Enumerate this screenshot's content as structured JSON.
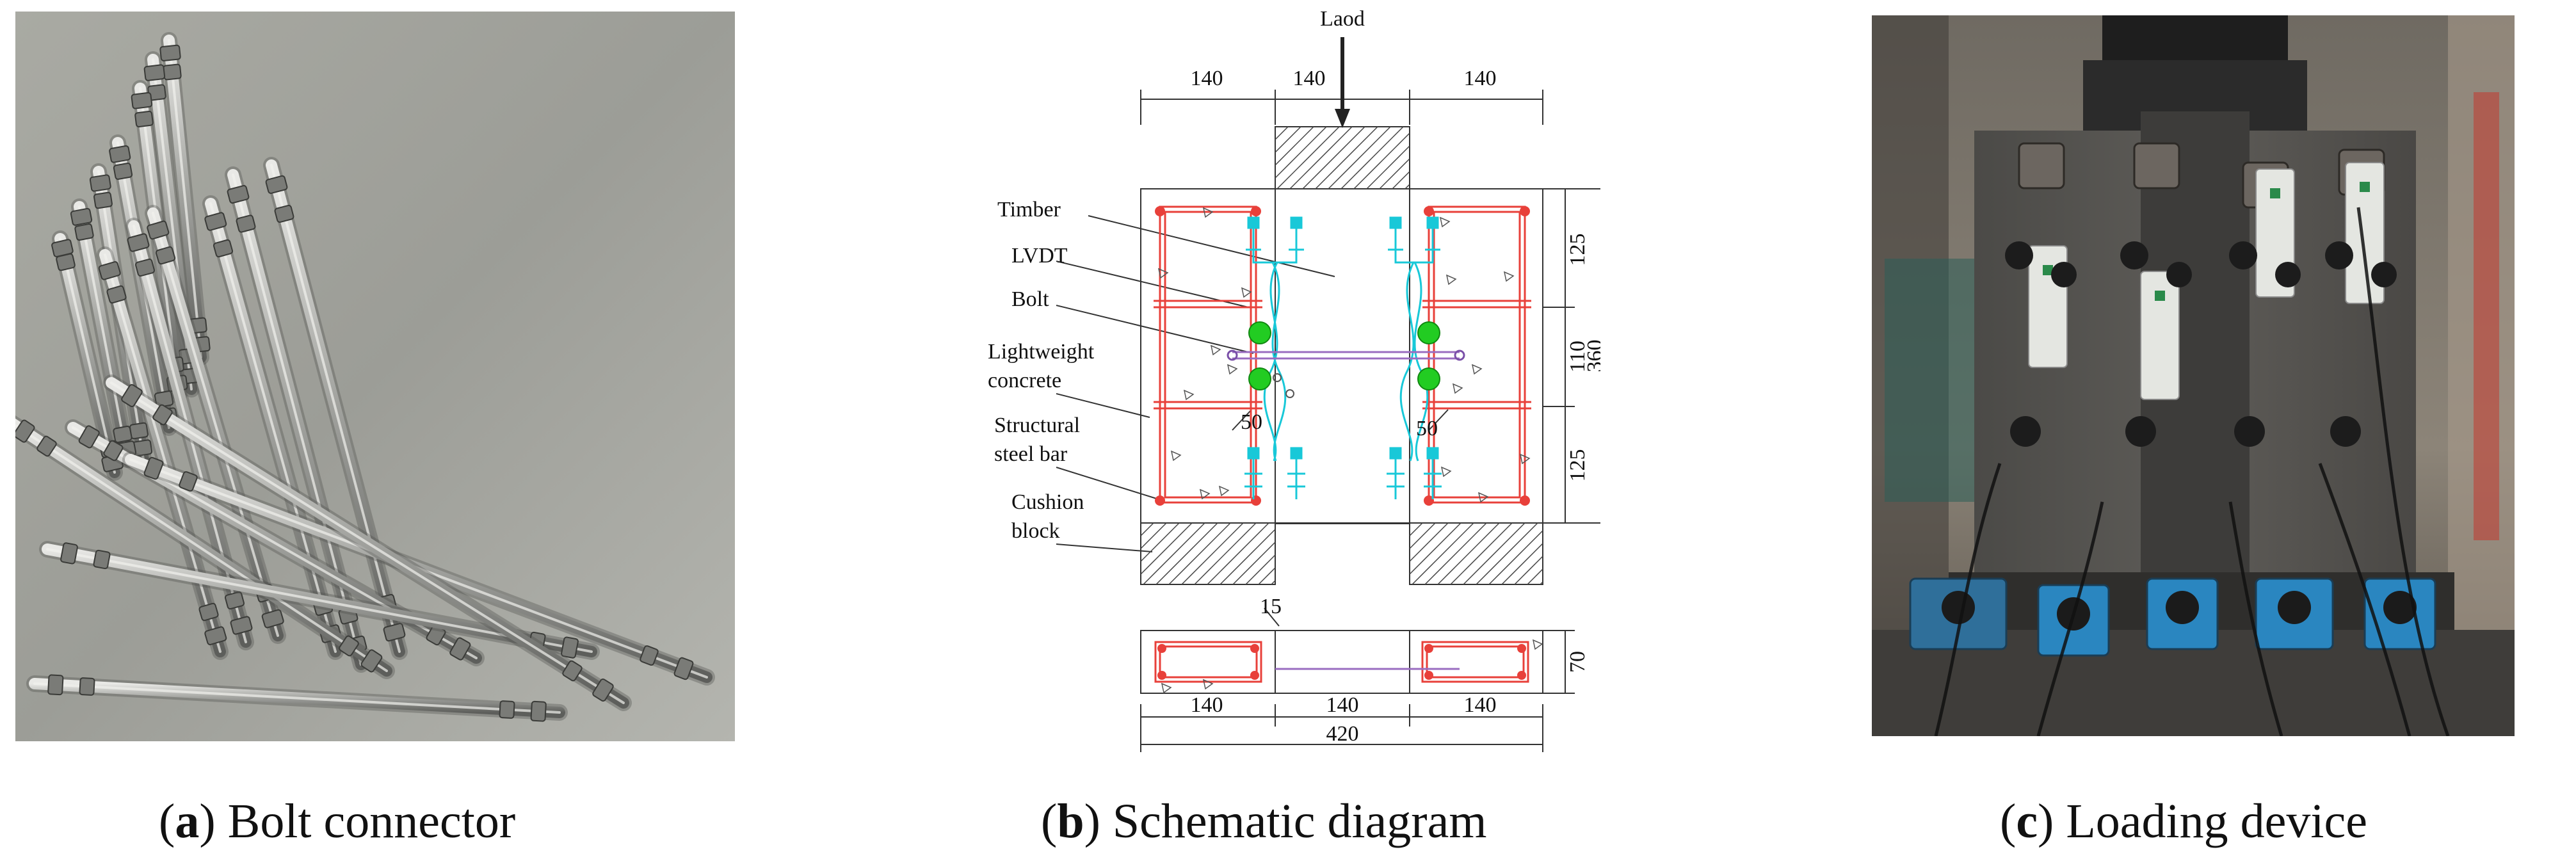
{
  "panel_a": {
    "caption_open": "(",
    "caption_letter": "a",
    "caption_rest": ") Bolt connector"
  },
  "panel_b": {
    "caption_open": "(",
    "caption_letter": "b",
    "caption_rest": ") Schematic diagram",
    "load_label": "Laod",
    "labels": {
      "timber": "Timber",
      "lvdt": "LVDT",
      "bolt": "Bolt",
      "lightweight": "Lightweight",
      "concrete": "concrete",
      "structural": "Structural",
      "steel_bar": "steel bar",
      "cushion": "Cushion",
      "block": "block"
    },
    "dims": {
      "top_left": "140",
      "top_mid": "140",
      "top_right": "140",
      "right_125a": "125",
      "right_110": "110",
      "right_125b": "125",
      "right_total": "360",
      "inner_left": "50",
      "inner_right": "50",
      "gap": "15",
      "section_height": "70",
      "bottom_left": "140",
      "bottom_mid": "140",
      "bottom_right": "140",
      "bottom_total": "420"
    },
    "colors": {
      "rebar": "#e8403a",
      "lvdt": "#18c8d8",
      "bolt": "#22cc22",
      "line": "#333333"
    }
  },
  "panel_c": {
    "caption_open": "(",
    "caption_letter": "c",
    "caption_rest": ") Loading device"
  }
}
